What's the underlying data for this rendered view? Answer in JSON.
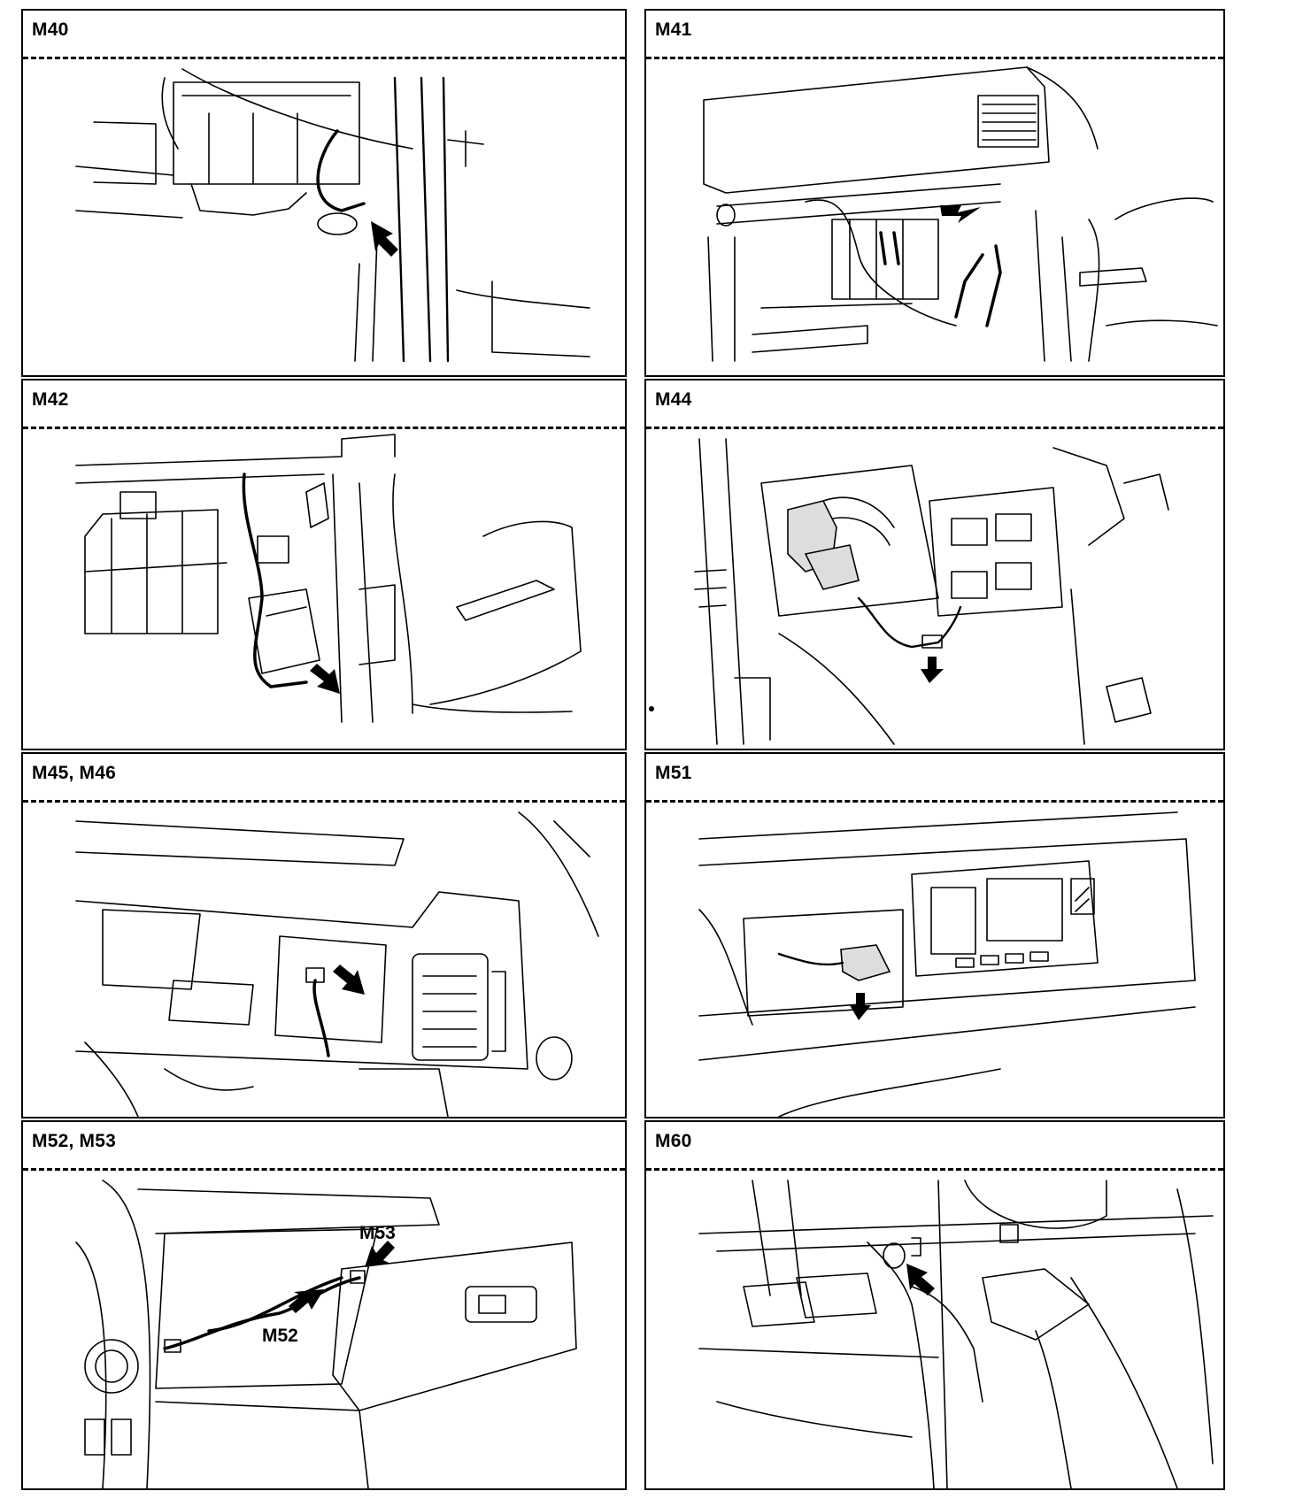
{
  "panels": [
    {
      "label": "M40"
    },
    {
      "label": "M41"
    },
    {
      "label": "M42"
    },
    {
      "label": "M44"
    },
    {
      "label": "M45, M46"
    },
    {
      "label": "M51"
    },
    {
      "label": "M52, M53",
      "callouts": [
        "M53",
        "M52"
      ]
    },
    {
      "label": "M60"
    }
  ]
}
